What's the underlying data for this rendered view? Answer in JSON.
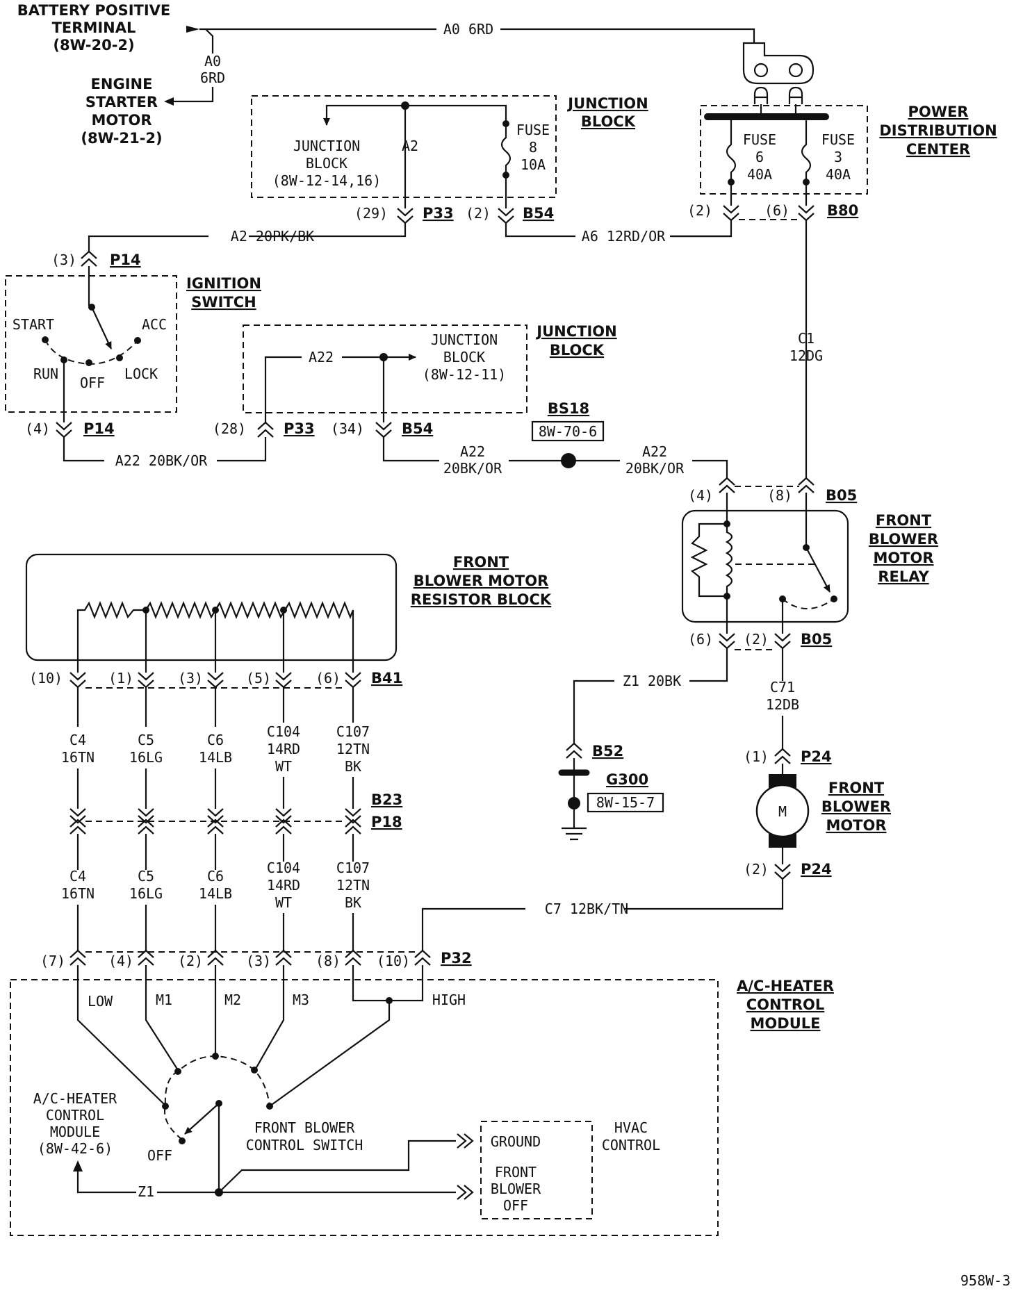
{
  "labels": {
    "battery": [
      "BATTERY POSITIVE",
      "TERMINAL",
      "(8W-20-2)"
    ],
    "starter": [
      "ENGINE",
      "STARTER",
      "MOTOR",
      "(8W-21-2)"
    ],
    "junction_block_1": [
      "JUNCTION",
      "BLOCK"
    ],
    "jb1_inner": [
      "JUNCTION",
      "BLOCK",
      "(8W-12-14,16)"
    ],
    "fuse8": [
      "FUSE",
      "8",
      "10A"
    ],
    "pdc": [
      "POWER",
      "DISTRIBUTION",
      "CENTER"
    ],
    "fuse6": [
      "FUSE",
      "6",
      "40A"
    ],
    "fuse3": [
      "FUSE",
      "3",
      "40A"
    ],
    "ignition": [
      "IGNITION",
      "SWITCH"
    ],
    "ign_positions": {
      "start": "START",
      "acc": "ACC",
      "run": "RUN",
      "off": "OFF",
      "lock": "LOCK"
    },
    "junction_block_2": [
      "JUNCTION",
      "BLOCK"
    ],
    "jb2_inner": [
      "JUNCTION",
      "BLOCK",
      "(8W-12-11)"
    ],
    "splice": "BS18",
    "splice_ref": "8W-70-6",
    "relay": [
      "FRONT",
      "BLOWER",
      "MOTOR",
      "RELAY"
    ],
    "resistor": [
      "FRONT",
      "BLOWER MOTOR",
      "RESISTOR BLOCK"
    ],
    "ground_conn": "B52",
    "ground": "G300",
    "ground_ref": "8W-15-7",
    "motor": [
      "FRONT",
      "BLOWER",
      "MOTOR"
    ],
    "motor_symbol": "M",
    "module": [
      "A/C-HEATER",
      "CONTROL",
      "MODULE"
    ],
    "module_inner": [
      "A/C-HEATER",
      "CONTROL",
      "MODULE",
      "(8W-42-6)"
    ],
    "switch": [
      "FRONT BLOWER",
      "CONTROL SWITCH"
    ],
    "switch_positions": {
      "low": "LOW",
      "m1": "M1",
      "m2": "M2",
      "m3": "M3",
      "high": "HIGH",
      "off": "OFF"
    },
    "hvac": [
      "HVAC",
      "CONTROL"
    ],
    "hvac_inner": [
      "GROUND",
      "FRONT",
      "BLOWER",
      "OFF"
    ],
    "page_code": "958W-3"
  },
  "wires": {
    "a0": "A0 6RD",
    "a0_stack": [
      "A0",
      "6RD"
    ],
    "a2": "A2",
    "a2_full": "A2 20PK/BK",
    "a6": "A6 12RD/OR",
    "c1": [
      "C1",
      "12DG"
    ],
    "a22": "A22",
    "a22_full": "A22 20BK/OR",
    "a22_left": [
      "A22",
      "20BK/OR"
    ],
    "a22_right": [
      "A22",
      "20BK/OR"
    ],
    "z1_gnd": "Z1 20BK",
    "c71": [
      "C71",
      "12DB"
    ],
    "c7": "C7 12BK/TN",
    "z1": "Z1",
    "harness_upper": [
      [
        "C4",
        "16TN"
      ],
      [
        "C5",
        "16LG"
      ],
      [
        "C6",
        "14LB"
      ],
      [
        "C104",
        "14RD",
        "WT"
      ],
      [
        "C107",
        "12TN",
        "BK"
      ]
    ],
    "harness_lower": [
      [
        "C4",
        "16TN"
      ],
      [
        "C5",
        "16LG"
      ],
      [
        "C6",
        "14LB"
      ],
      [
        "C104",
        "14RD",
        "WT"
      ],
      [
        "C107",
        "12TN",
        "BK"
      ]
    ]
  },
  "connectors": {
    "p33": "P33",
    "b54": "B54",
    "b80": "B80",
    "p14": "P14",
    "b05": "B05",
    "b41": "B41",
    "b23": "B23",
    "p18": "P18",
    "p24": "P24",
    "p32": "P32",
    "pins": {
      "p33_top": "(29)",
      "b54_top": "(2)",
      "pdc_left": "(2)",
      "pdc_right": "(6)",
      "p14_top": "(3)",
      "p14_bot": "(4)",
      "p33_bot": "(28)",
      "b54_bot": "(34)",
      "relay_in_l": "(4)",
      "relay_in_r": "(8)",
      "relay_out_l": "(6)",
      "relay_out_r": "(2)",
      "b41": [
        "(10)",
        "(1)",
        "(3)",
        "(5)",
        "(6)"
      ],
      "motor_top": "(1)",
      "motor_bot": "(2)",
      "p32": [
        "(7)",
        "(4)",
        "(2)",
        "(3)",
        "(8)",
        "(10)"
      ]
    }
  }
}
